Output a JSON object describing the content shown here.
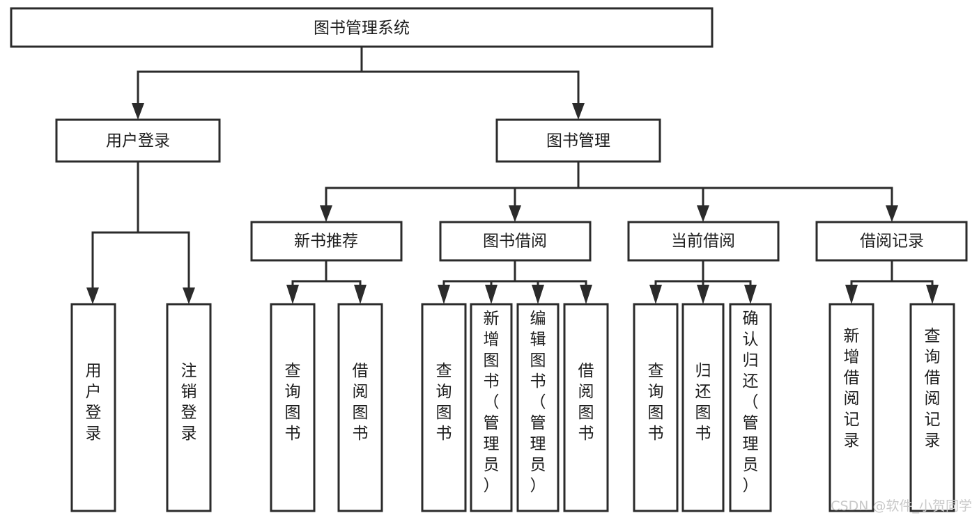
{
  "diagram": {
    "title": "图书管理系统",
    "type": "function-structure-tree",
    "orientation": "top-down",
    "line_color": "#2b2b2b",
    "box_fill": "#ffffff",
    "text_color": "#1d1d1d",
    "root": {
      "label": "图书管理系统",
      "children": [
        {
          "label": "用户登录",
          "children": [
            {
              "label": "用户登录"
            },
            {
              "label": "注销登录"
            }
          ]
        },
        {
          "label": "图书管理",
          "children": [
            {
              "label": "新书推荐",
              "children": [
                {
                  "label": "查询图书"
                },
                {
                  "label": "借阅图书"
                }
              ]
            },
            {
              "label": "图书借阅",
              "children": [
                {
                  "label": "查询图书"
                },
                {
                  "label": "新增图书（管理员）"
                },
                {
                  "label": "编辑图书（管理员）"
                },
                {
                  "label": "借阅图书"
                }
              ]
            },
            {
              "label": "当前借阅",
              "children": [
                {
                  "label": "查询图书"
                },
                {
                  "label": "归还图书"
                },
                {
                  "label": "确认归还（管理员）"
                }
              ]
            },
            {
              "label": "借阅记录",
              "children": [
                {
                  "label": "新增借阅记录"
                },
                {
                  "label": "查询借阅记录"
                }
              ]
            }
          ]
        }
      ]
    },
    "nodes": {
      "root_title": "图书管理系统",
      "level2": [
        "用户登录",
        "图书管理"
      ],
      "level3": [
        "新书推荐",
        "图书借阅",
        "当前借阅",
        "借阅记录"
      ],
      "leaves": [
        "用户登录",
        "注销登录",
        "查询图书",
        "借阅图书",
        "查询图书",
        "新增图书（管理员）",
        "编辑图书（管理员）",
        "借阅图书",
        "查询图书",
        "归还图书",
        "确认归还（管理员）",
        "新增借阅记录",
        "查询借阅记录"
      ]
    }
  },
  "watermark": {
    "text": "CSDN @软件_小贺同学"
  }
}
